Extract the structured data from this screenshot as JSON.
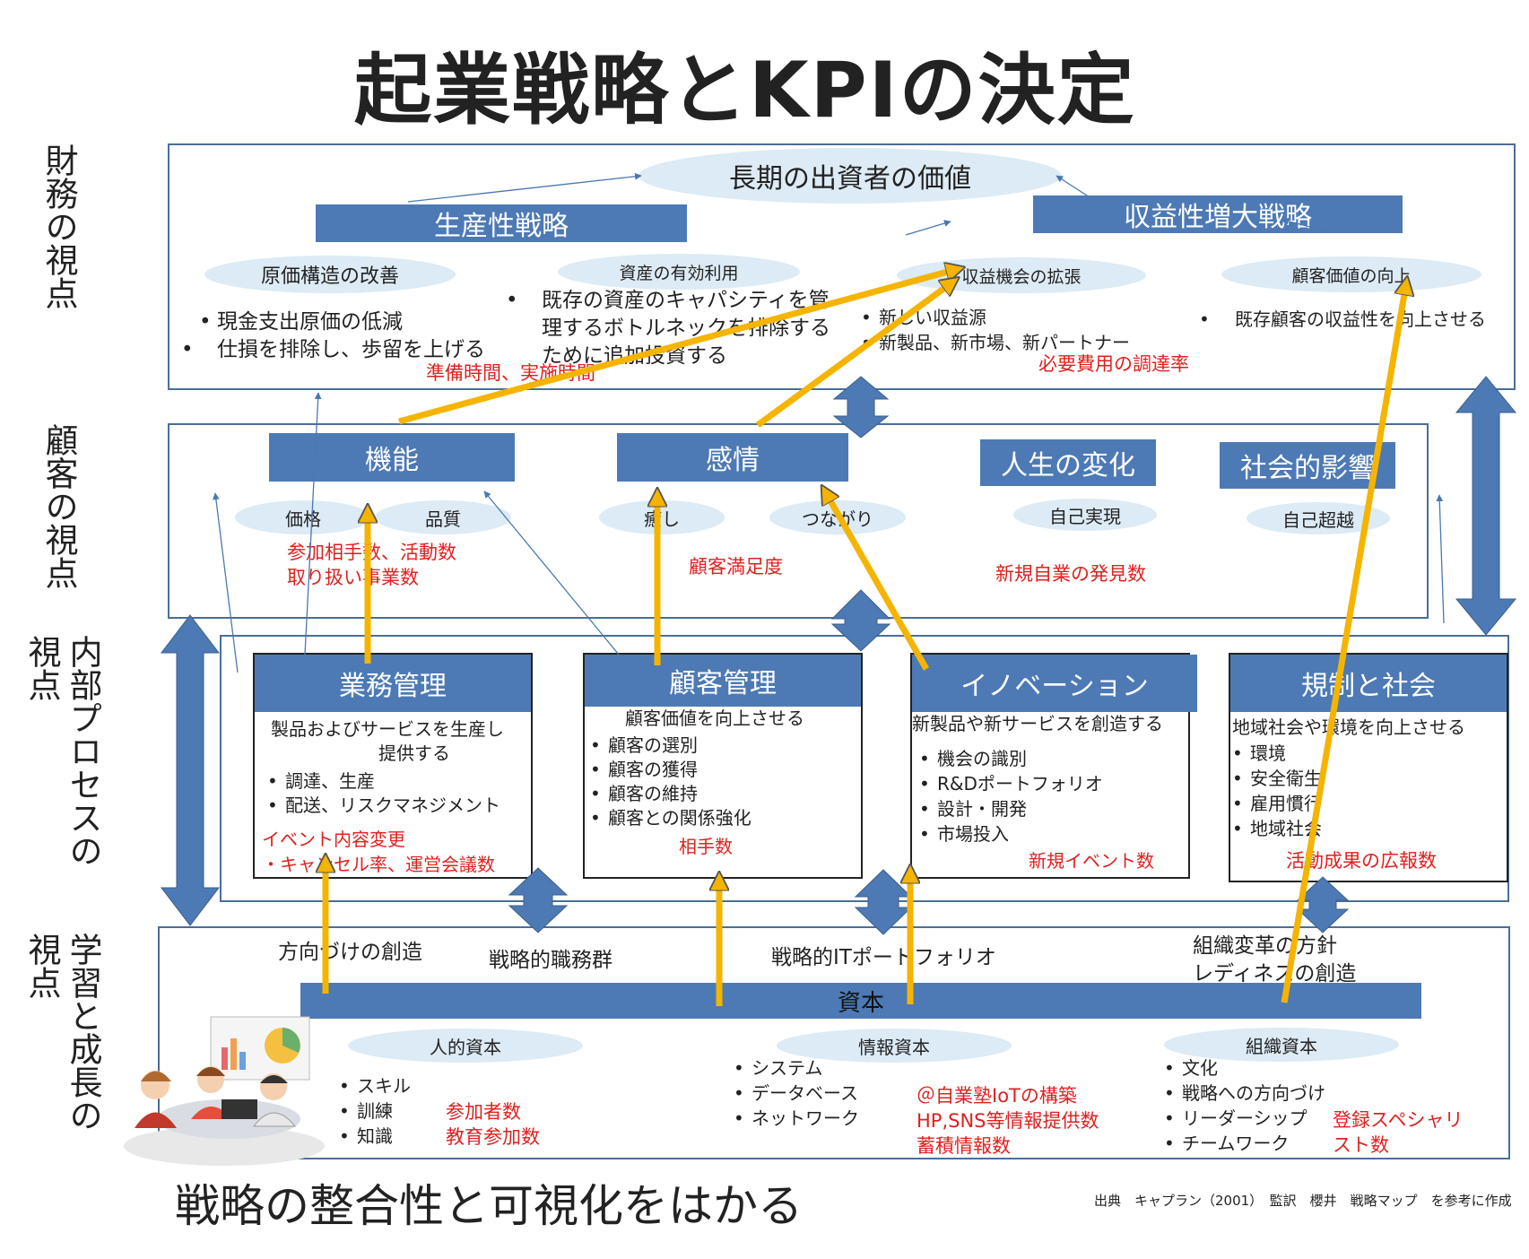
{
  "title": "起業戦略とKPIの決定",
  "subtitle": "戦略の整合性と可視化をはかる",
  "source": "出典　キャプラン（2001）　監訳　櫻井　戦略マップ　を参考に作成",
  "side_labels": {
    "finance": "財務の視点",
    "customer": "顧客の視点",
    "internal_a": "内部プロセスの",
    "internal_b": "視点",
    "learning_a": "学習と成長の",
    "learning_b": "視点"
  },
  "finance": {
    "long_term": "長期の出資者の価値",
    "productivity": "生産性戦略",
    "revenue_growth": "収益性増大戦略",
    "cost_structure": "原価構造の改善",
    "cost_items": [
      "現金支出原価の低減",
      "仕損を排除し、歩留を上げる"
    ],
    "asset_use": "資産の有効利用",
    "asset_items": [
      "既存の資産のキャパシティを管理するボトルネックを排除するために追加投資する"
    ],
    "revenue_opportunity": "収益機会の拡張",
    "revenue_items": [
      "新しい収益源",
      "新製品、新市場、新パートナー"
    ],
    "customer_value": "顧客価値の向上",
    "customer_value_items": [
      "既存顧客の収益性を向上させる"
    ],
    "kpi_prep": "準備時間、実施時間",
    "kpi_fund": "必要費用の調達率"
  },
  "customer": {
    "function": "機能",
    "emotion": "感情",
    "life_change": "人生の変化",
    "social_impact": "社会的影響",
    "price": "価格",
    "quality": "品質",
    "healing": "癒し",
    "connection": "つながり",
    "self_realization": "自己実現",
    "self_transcendence": "自己超越",
    "kpi_participants": "参加相手数、活動数\n取り扱い事業数",
    "kpi_satisfaction": "顧客満足度",
    "kpi_new_business": "新規自業の発見数"
  },
  "internal": {
    "ops": {
      "title": "業務管理",
      "desc": "製品およびサービスを生産し\n　　　　　　提供する",
      "items": [
        "調達、生産",
        "配送、リスクマネジメント"
      ],
      "kpi": "イベント内容変更\n・キャンセル率、運営会議数"
    },
    "crm": {
      "title": "顧客管理",
      "desc": "顧客価値を向上させる",
      "items": [
        "顧客の選別",
        "顧客の獲得",
        "顧客の維持",
        "顧客との関係強化"
      ],
      "kpi": "相手数"
    },
    "innovation": {
      "title": "イノベーション",
      "desc": "新製品や新サービスを創造する",
      "items": [
        "機会の識別",
        "R&Dポートフォリオ",
        "設計・開発",
        "市場投入"
      ],
      "kpi": "新規イベント数"
    },
    "regulation": {
      "title": "規制と社会",
      "desc": "地域社会や環境を向上させる",
      "items": [
        "環境",
        "安全衛生",
        "雇用慣行",
        "地域社会"
      ],
      "kpi": "活動成果の広報数"
    }
  },
  "learning": {
    "direction": "方向づけの創造",
    "job_family": "戦略的職務群",
    "it_portfolio": "戦略的ITポートフォリオ",
    "org_change": "組織変革の方針\nレディネスの創造",
    "capital": "資本",
    "human": "人的資本",
    "human_items": [
      "スキル",
      "訓練",
      "知識"
    ],
    "human_kpi": "参加者数\n教育参加数",
    "info": "情報資本",
    "info_items": [
      "システム",
      "データベース",
      "ネットワーク"
    ],
    "info_kpi": "＠自業塾IoTの構築\nHP,SNS等情報提供数\n蓄積情報数",
    "org": "組織資本",
    "org_items": [
      "文化",
      "戦略への方向づけ",
      "リーダーシップ",
      "チームワーク"
    ],
    "org_kpi": "登録スペシャリ\nスト数"
  },
  "colors": {
    "box_blue": "#4d7ab5",
    "ellipse": "#dcebf5",
    "arrow": "#f5b400",
    "kpi_red": "#e02020"
  }
}
